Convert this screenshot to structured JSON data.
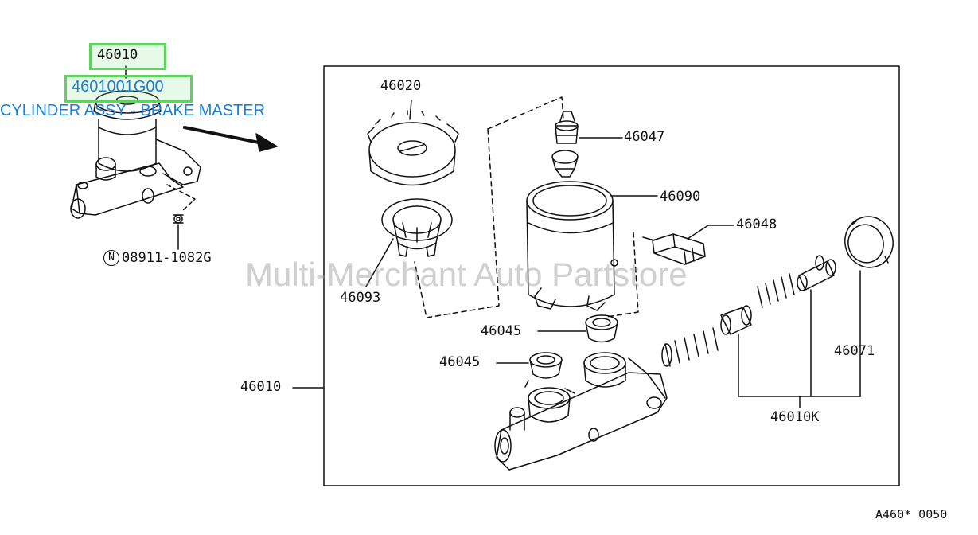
{
  "callout": {
    "ref_number": "46010",
    "part_number": "4601001G00",
    "description": "CYLINDER ASSY - BRAKE MASTER"
  },
  "overview": {
    "fastener_prefix": "N",
    "fastener_label": "08911-1082G"
  },
  "detail_labels": {
    "p46020": "46020",
    "p46047": "46047",
    "p46090": "46090",
    "p46048": "46048",
    "p46093": "46093",
    "p46045a": "46045",
    "p46045b": "46045",
    "p46010": "46010",
    "p46071": "46071",
    "p46010k": "46010K"
  },
  "watermark": "Multi-Merchant Auto Partstore",
  "diagram_code": "A460* 0050"
}
